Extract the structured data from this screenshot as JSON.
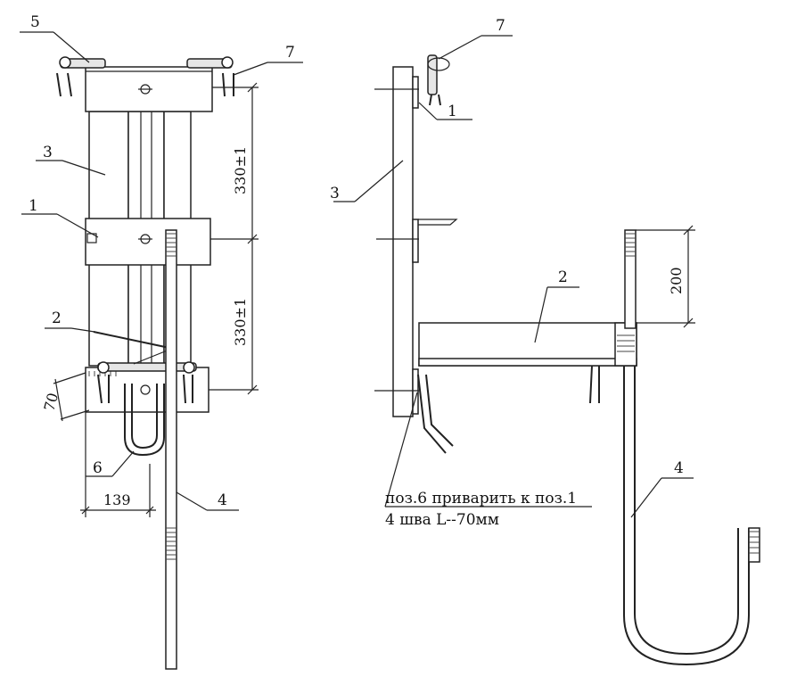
{
  "front_view": {
    "callouts": [
      "5",
      "7",
      "3",
      "1",
      "2",
      "6",
      "4"
    ],
    "dimensions": {
      "upper_spacing": "330±1",
      "lower_spacing": "330±1",
      "plate_height": "70",
      "width": "139"
    }
  },
  "side_view": {
    "callouts": [
      "7",
      "1",
      "3",
      "2",
      "4"
    ],
    "dimensions": {
      "bar_length": "200"
    },
    "note_line1": "поз.6 приварить к поз.1",
    "note_line2": "4 шва L--70мм"
  }
}
